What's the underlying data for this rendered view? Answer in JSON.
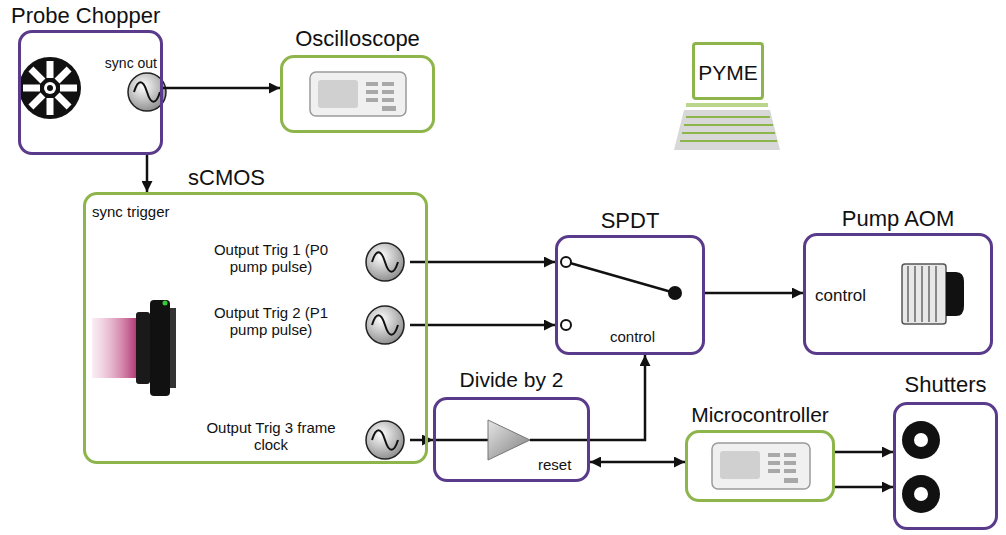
{
  "diagram": {
    "nodes": [
      {
        "text": [
          "Probe Chopper",
          "sync out"
        ]
      },
      {
        "text": [
          "Oscilloscope"
        ]
      },
      {
        "text": [
          "PYME"
        ]
      },
      {
        "text": [
          "sCMOS",
          "sync trigger"
        ]
      },
      {
        "text": [
          "Output Trig 1 (P0 pump pulse)"
        ],
        "in": 3
      },
      {
        "text": [
          "Output Trig 2 (P1 pump pulse)"
        ],
        "in": 3
      },
      {
        "text": [
          "Output Trig 3 frame clock"
        ],
        "in": 3
      },
      {
        "text": [
          "SPDT",
          "control"
        ]
      },
      {
        "text": [
          "Pump AOM",
          "control"
        ]
      },
      {
        "text": [
          "Divide by 2",
          "reset"
        ]
      },
      {
        "text": [
          "Microcontroller"
        ]
      },
      {
        "text": [
          "Shutters"
        ]
      }
    ],
    "edges": [
      {
        "from": 0,
        "to": 1,
        "arrow": "to"
      },
      {
        "from": 0,
        "to": 3,
        "arrow": "to"
      },
      {
        "from": 4,
        "to": 7,
        "arrow": "to"
      },
      {
        "from": 5,
        "to": 7,
        "arrow": "to"
      },
      {
        "from": 6,
        "to": 9,
        "arrow": "to"
      },
      {
        "from": 9,
        "to": 7,
        "arrow": "to"
      },
      {
        "from": 7,
        "to": 8,
        "arrow": "to"
      },
      {
        "from": 10,
        "to": 9,
        "arrow": "both"
      },
      {
        "from": 10,
        "to": 11,
        "arrow": "to"
      },
      {
        "from": 10,
        "to": 11,
        "arrow": "to"
      }
    ]
  }
}
